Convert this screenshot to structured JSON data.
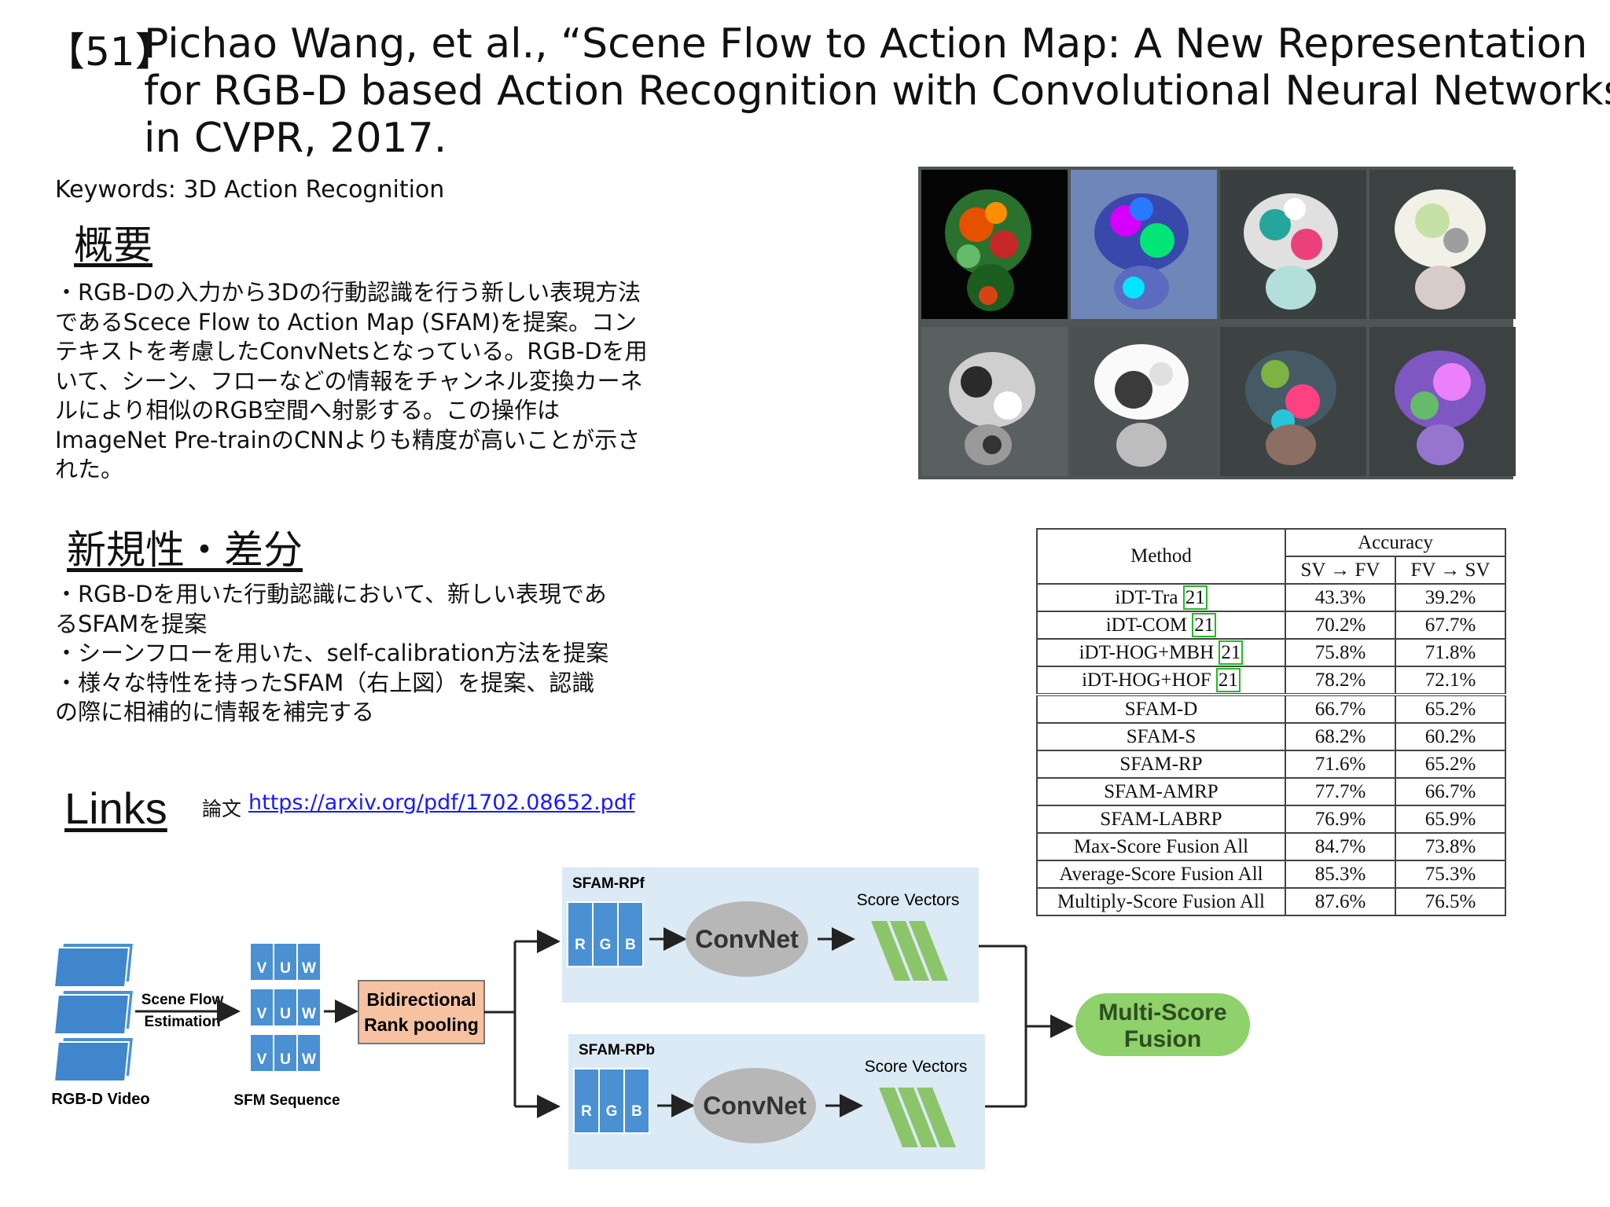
{
  "ref_number": "【51】",
  "title_lines": [
    "Pichao Wang, et al., “Scene Flow to Action Map: A New Representation",
    "for RGB-D based Action Recognition with Convolutional Neural Networks”,",
    "in CVPR, 2017."
  ],
  "keywords": "Keywords: 3D Action Recognition",
  "overview": {
    "heading": "概要",
    "lines": [
      "・RGB-Dの入力から3Dの行動認識を行う新しい表現方法",
      "であるScece Flow to Action Map (SFAM)を提案。コン",
      "テキストを考慮したConvNetsとなっている。RGB-Dを用",
      "いて、シーン、フローなどの情報をチャンネル変換カーネ",
      "ルにより相似のRGB空間へ射影する。この操作は",
      "ImageNet Pre-trainのCNNよりも精度が高いことが示さ",
      "れた。"
    ]
  },
  "novelty": {
    "heading": "新規性・差分",
    "lines": [
      "・RGB-Dを用いた行動認識において、新しい表現であ",
      "るSFAMを提案",
      "・シーンフローを用いた、self-calibration方法を提案",
      "・様々な特性を持ったSFAM（右上図）を提案、認識",
      "の際に相補的に情報を補完する"
    ]
  },
  "links": {
    "heading": "Links",
    "paper_label": "論文",
    "paper_url": "https://arxiv.org/pdf/1702.08652.pdf"
  },
  "table": {
    "header_method": "Method",
    "header_accuracy": "Accuracy",
    "col1": "SV → FV",
    "col2": "FV → SV",
    "baseline_rows": [
      {
        "method": "iDT-Tra",
        "cite": "21",
        "a": "43.3%",
        "b": "39.2%"
      },
      {
        "method": "iDT-COM",
        "cite": "21",
        "a": "70.2%",
        "b": "67.7%"
      },
      {
        "method": "iDT-HOG+MBH",
        "cite": "21",
        "a": "75.8%",
        "b": "71.8%"
      },
      {
        "method": "iDT-HOG+HOF",
        "cite": "21",
        "a": "78.2%",
        "b": "72.1%"
      }
    ],
    "sfam_rows": [
      {
        "method": "SFAM-D",
        "a": "66.7%",
        "b": "65.2%"
      },
      {
        "method": "SFAM-S",
        "a": "68.2%",
        "b": "60.2%"
      },
      {
        "method": "SFAM-RP",
        "a": "71.6%",
        "b": "65.2%"
      },
      {
        "method": "SFAM-AMRP",
        "a": "77.7%",
        "b": "66.7%"
      },
      {
        "method": "SFAM-LABRP",
        "a": "76.9%",
        "b": "65.9%"
      },
      {
        "method": "Max-Score Fusion All",
        "a": "84.7%",
        "b": "73.8%"
      },
      {
        "method": "Average-Score Fusion All",
        "a": "85.3%",
        "b": "75.3%"
      },
      {
        "method": "Multiply-Score Fusion All",
        "a": "87.6%",
        "b": "76.5%"
      }
    ]
  },
  "diagram": {
    "rgbd_video": "RGB-D Video",
    "scene_flow_1": "Scene Flow",
    "scene_flow_2": "Estimation",
    "sfm_sequence": "SFM Sequence",
    "vuw": [
      "V",
      "U",
      "W"
    ],
    "pool_1": "Bidirectional",
    "pool_2": "Rank pooling",
    "rpf_label": "SFAM-RPf",
    "rpb_label": "SFAM-RPb",
    "rgb": [
      "R",
      "G",
      "B"
    ],
    "convnet": "ConvNet",
    "score_vectors": "Score Vectors",
    "fusion_1": "Multi-Score",
    "fusion_2": "Fusion"
  },
  "colors": {
    "blue_block": "#4a90d2",
    "panel_bg": "#dbeaf5",
    "pool_fill": "#f6c2a1",
    "convnet_fill": "#b7b7b7",
    "score_green": "#8cc46a",
    "fusion_green": "#8fd16a",
    "cite_green": "#22bb22",
    "link_blue": "#1a1aff"
  }
}
